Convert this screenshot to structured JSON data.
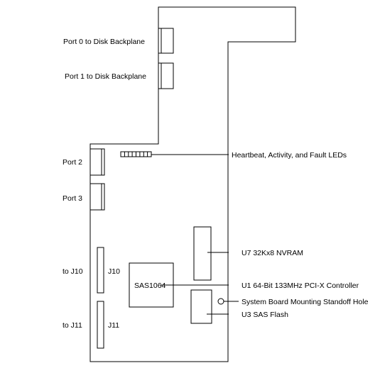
{
  "labels": {
    "port0": "Port 0 to Disk Backplane",
    "port1": "Port 1 to Disk Backplane",
    "port2": "Port 2",
    "port3": "Port 3",
    "to_j10": "to J10",
    "to_j11": "to J11",
    "j10": "J10",
    "j11": "J11",
    "sas1064": "SAS1064",
    "leds": "Heartbeat, Activity, and Fault LEDs",
    "u7": "U7 32Kx8 NVRAM",
    "u1": "U1 64-Bit 133MHz PCI-X Controller",
    "standoff": "System Board Mounting Standoff Hole",
    "u3": "U3 SAS Flash"
  },
  "colors": {
    "line": "#000000",
    "background": "#ffffff"
  }
}
